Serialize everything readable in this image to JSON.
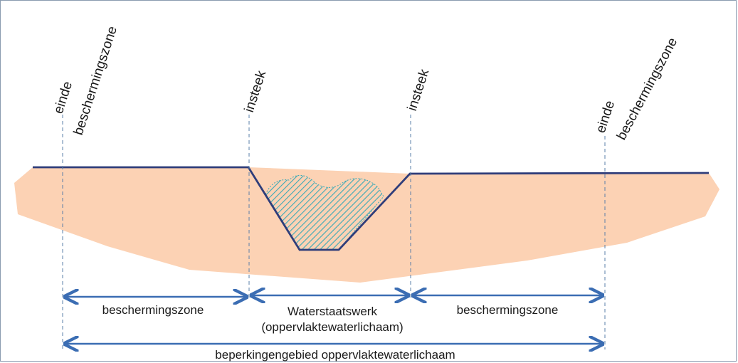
{
  "labels": {
    "left_end": [
      "einde",
      "beschermingszone"
    ],
    "left_insteek": "insteek",
    "right_insteek": "insteek",
    "right_end": [
      "einde",
      "beschermingszone"
    ],
    "zone_left": "beschermingszone",
    "waterstaatswerk": [
      "Waterstaatswerk",
      "(oppervlaktewaterlichaam)"
    ],
    "zone_right": "beschermingszone",
    "beperkingengebied": "beperkingengebied oppervlaktewaterlichaam"
  },
  "colors": {
    "soil": "#fcd2b4",
    "surface_line": "#2f3d7a",
    "water_hatch": "#3aa9b7",
    "arrow": "#3b6db3",
    "guide_line": "#5a7fa8"
  }
}
